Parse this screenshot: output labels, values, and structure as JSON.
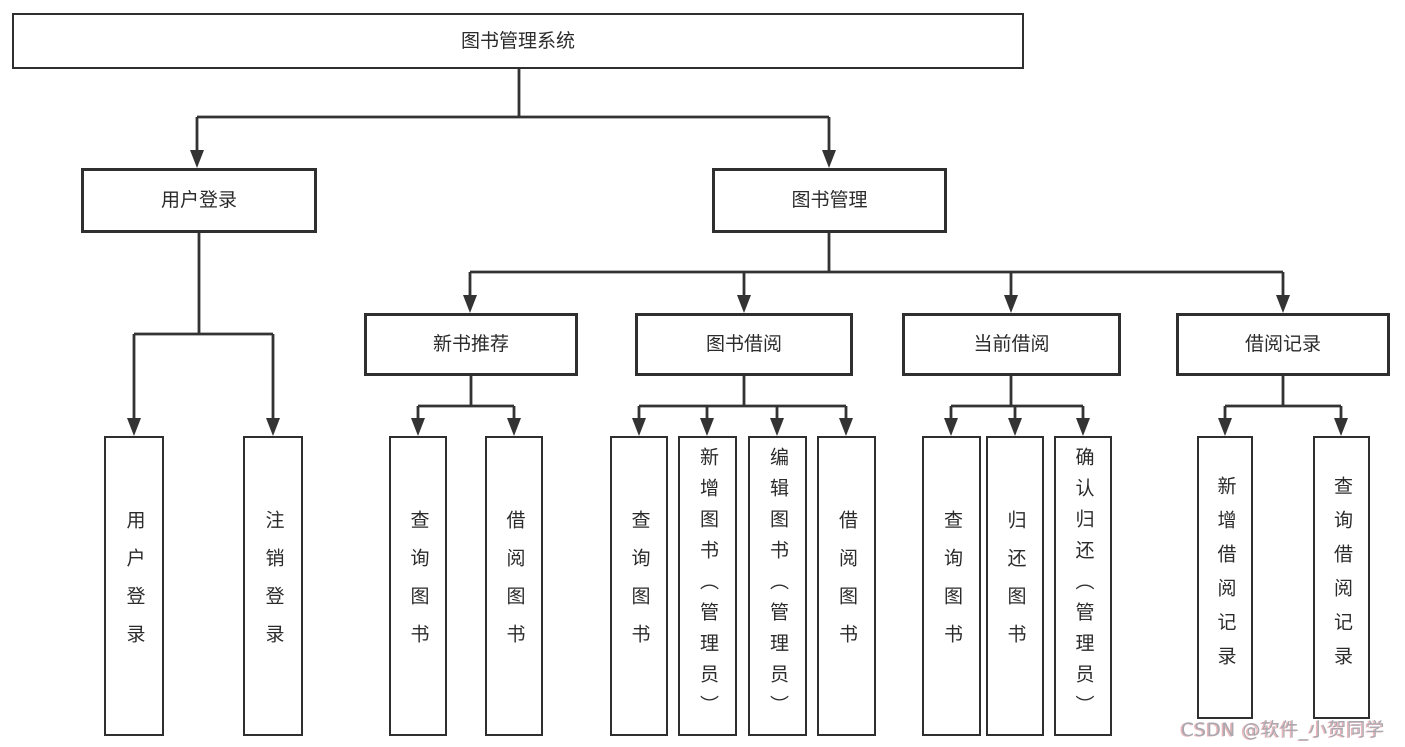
{
  "diagram_title": "图书管理系统",
  "colors": {
    "line": "#333333",
    "box_border": "#2f2f2f",
    "text": "#2b2b2b",
    "background": "#ffffff",
    "watermark": "#a8a8b0"
  },
  "nodes": {
    "root": "图书管理系统",
    "user_login": "用户登录",
    "book_mgmt": "图书管理",
    "new_book_rec": "新书推荐",
    "book_borrow": "图书借阅",
    "current_borrow": "当前借阅",
    "borrow_record": "借阅记录",
    "leaf_user_login": "用户登录",
    "leaf_logout": "注销登录",
    "leaf_rec_query": "查询图书",
    "leaf_rec_borrow": "借阅图书",
    "leaf_bb_query": "查询图书",
    "leaf_bb_add": "新增图书（管理员）",
    "leaf_bb_edit": "编辑图书（管理员）",
    "leaf_bb_borrow": "借阅图书",
    "leaf_cb_query": "查询图书",
    "leaf_cb_return": "归还图书",
    "leaf_cb_confirm": "确认归还（管理员）",
    "leaf_br_add": "新增借阅记录",
    "leaf_br_query": "查询借阅记录"
  },
  "watermark": "CSDN @软件_小贺同学"
}
